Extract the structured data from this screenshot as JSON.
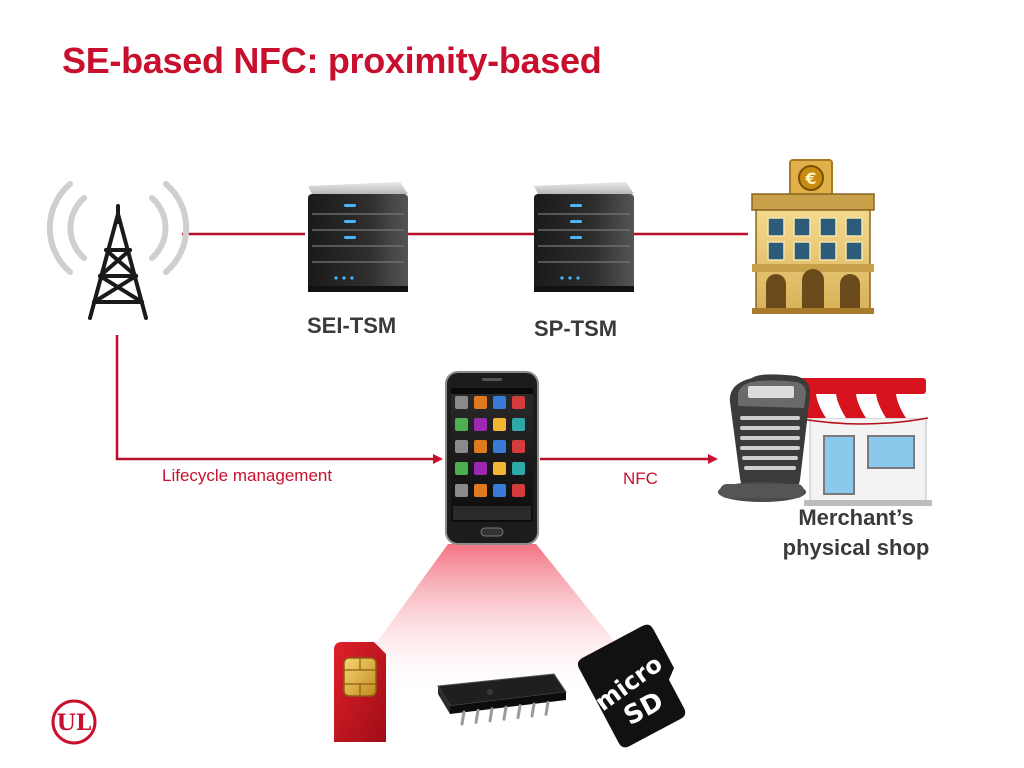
{
  "title": "SE-based NFC: proximity-based",
  "nodes": {
    "sei_tsm": "SEI-TSM",
    "sp_tsm": "SP-TSM",
    "shop_line1": "Merchant’s",
    "shop_line2": "physical shop"
  },
  "edges": {
    "lifecycle": "Lifecycle management",
    "nfc": "NFC"
  },
  "logo_text": "UL",
  "colors": {
    "accent": "#c8102e",
    "text": "#3a3a3a"
  },
  "icons": [
    "cell-tower-icon",
    "server-icon",
    "bank-building-icon",
    "smartphone-icon",
    "payment-terminal-icon",
    "shop-icon",
    "sim-card-icon",
    "microchip-icon",
    "microsd-card-icon",
    "ul-logo"
  ]
}
